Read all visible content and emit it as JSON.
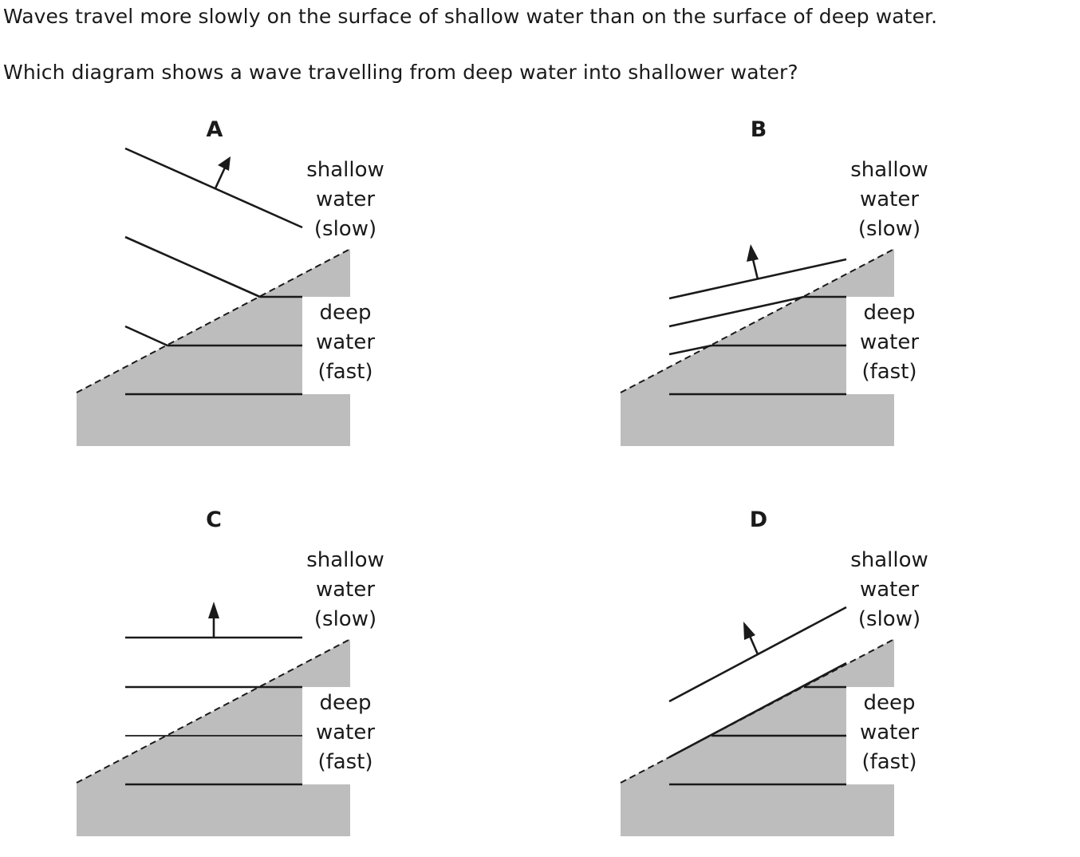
{
  "question": {
    "line1": "Waves travel more slowly on the surface of shallow water than on the surface of deep water.",
    "line2": "Which diagram shows a wave travelling from deep water into shallower water?"
  },
  "regions": {
    "shallow": [
      "shallow",
      "water",
      "(slow)"
    ],
    "deep": [
      "deep",
      "water",
      "(fast)"
    ]
  },
  "options": [
    {
      "id": "A"
    },
    {
      "id": "B"
    },
    {
      "id": "C"
    },
    {
      "id": "D"
    }
  ]
}
